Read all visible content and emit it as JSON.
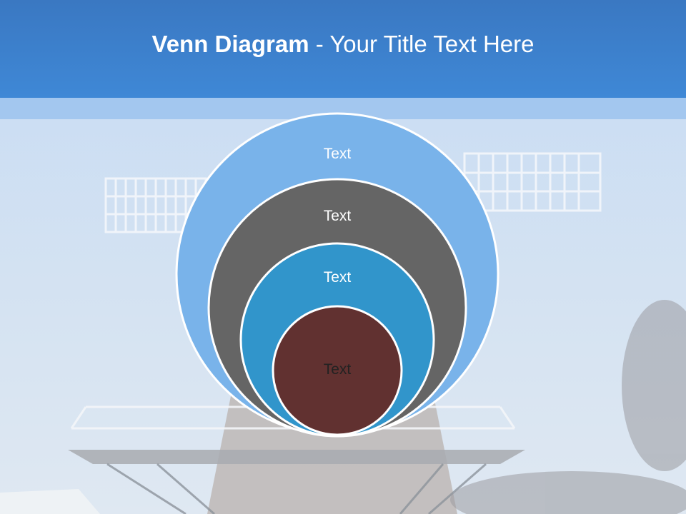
{
  "title": {
    "bold": "Venn Diagram",
    "rest": " - Your Title Text Here"
  },
  "diagram": {
    "circles": [
      {
        "label": "Text",
        "fill": "#79b3ea",
        "text_color": "#ffffff"
      },
      {
        "label": "Text",
        "fill": "#656565",
        "text_color": "#ffffff"
      },
      {
        "label": "Text",
        "fill": "#3195cb",
        "text_color": "#ffffff"
      },
      {
        "label": "Text",
        "fill": "#613130",
        "text_color": "#222222"
      }
    ]
  },
  "colors": {
    "header": "#3f88d6",
    "header_strip": "#9fc4ee",
    "sky": "#cfdff3"
  }
}
